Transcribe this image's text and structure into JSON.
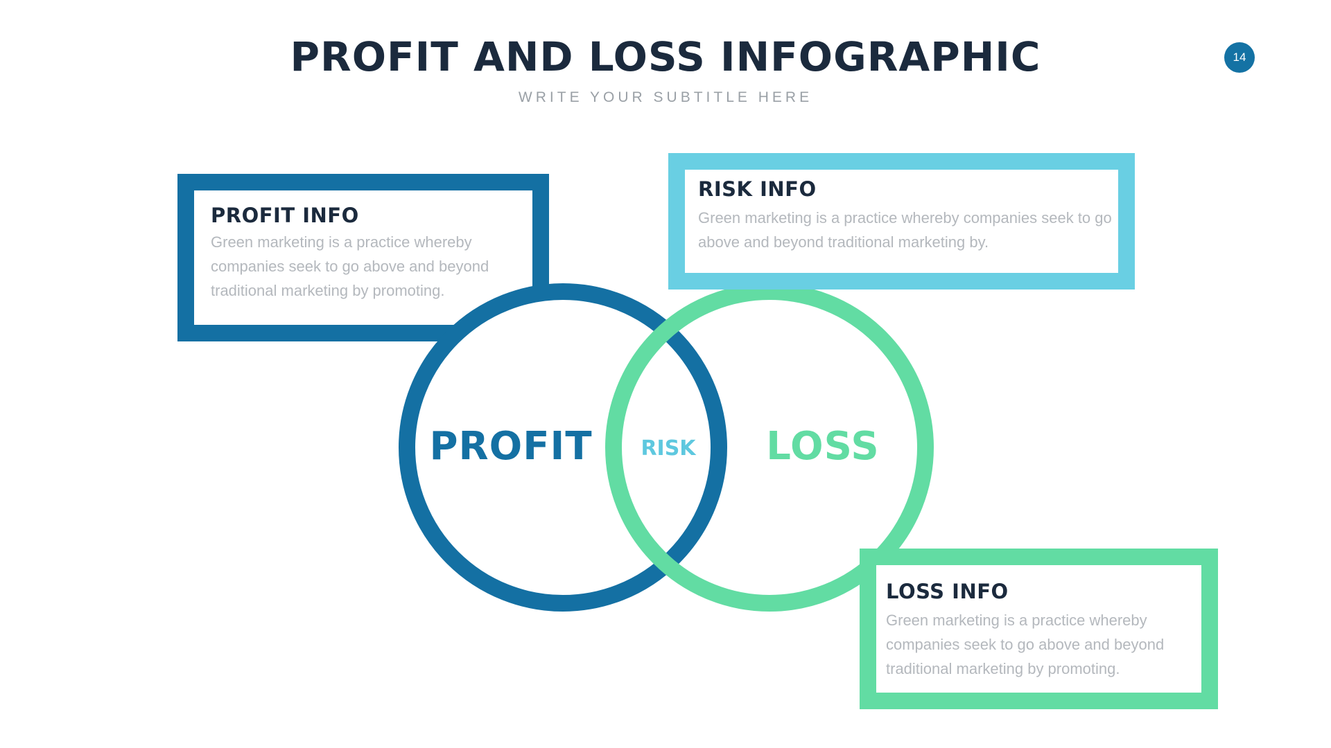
{
  "header": {
    "title": "PROFIT AND LOSS INFOGRAPHIC",
    "subtitle": "WRITE YOUR SUBTITLE HERE",
    "page_number": "14"
  },
  "info_boxes": {
    "profit": {
      "title": "PROFIT INFO",
      "text": "Green marketing is a practice whereby companies seek to go above and beyond traditional marketing by promoting.",
      "color": "#1470a3"
    },
    "risk": {
      "title": "RISK INFO",
      "text": "Green marketing is a practice whereby companies seek to go above and beyond traditional marketing by.",
      "color": "#69cfe3"
    },
    "loss": {
      "title": "LOSS INFO",
      "text": "Green marketing is a practice whereby companies seek to go above and beyond traditional marketing by promoting.",
      "color": "#62dca3"
    }
  },
  "venn": {
    "left_label": "PROFIT",
    "overlap_label": "RISK",
    "right_label": "LOSS",
    "left_color": "#1470a3",
    "overlap_color": "#5ec8df",
    "right_color": "#62dca3"
  }
}
